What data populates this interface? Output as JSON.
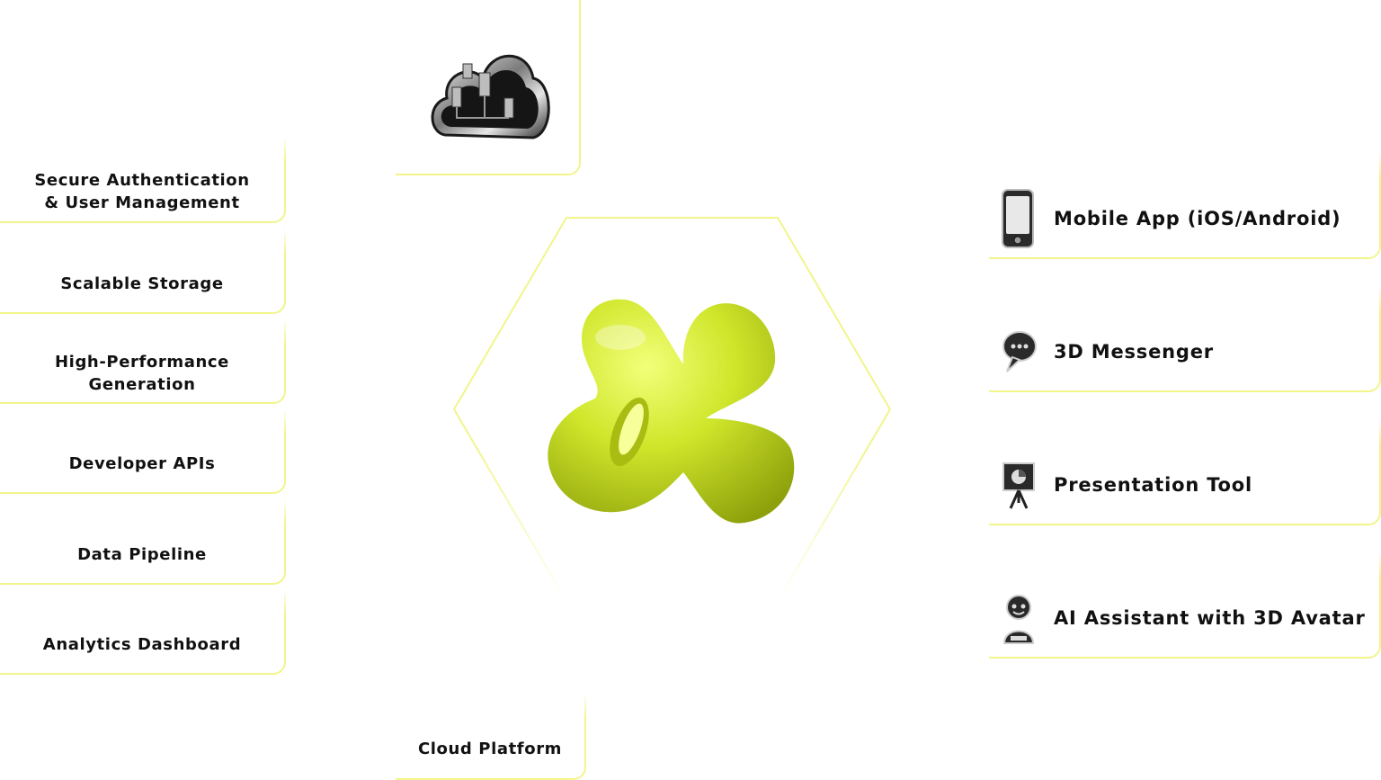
{
  "center": {
    "logo_icon": "alpha-blob-icon",
    "logo_color": "#c8e020"
  },
  "top": {
    "icon": "cloud-server-icon",
    "label": "Cloud Platform"
  },
  "left_features": [
    {
      "label": "Secure Authentication\n& User Management"
    },
    {
      "label": "Scalable Storage"
    },
    {
      "label": "High-Performance\nGeneration"
    },
    {
      "label": "Developer APIs"
    },
    {
      "label": "Data Pipeline"
    },
    {
      "label": "Analytics Dashboard"
    }
  ],
  "right_products": [
    {
      "label": "Mobile App (iOS/Android)",
      "icon": "smartphone-icon"
    },
    {
      "label": "3D Messenger",
      "icon": "chat-bubble-icon"
    },
    {
      "label": "Presentation Tool",
      "icon": "presentation-board-icon"
    },
    {
      "label": "AI Assistant with 3D Avatar",
      "icon": "robot-avatar-icon"
    }
  ],
  "colors": {
    "accent_line": "#f1f58a",
    "text": "#111111"
  }
}
